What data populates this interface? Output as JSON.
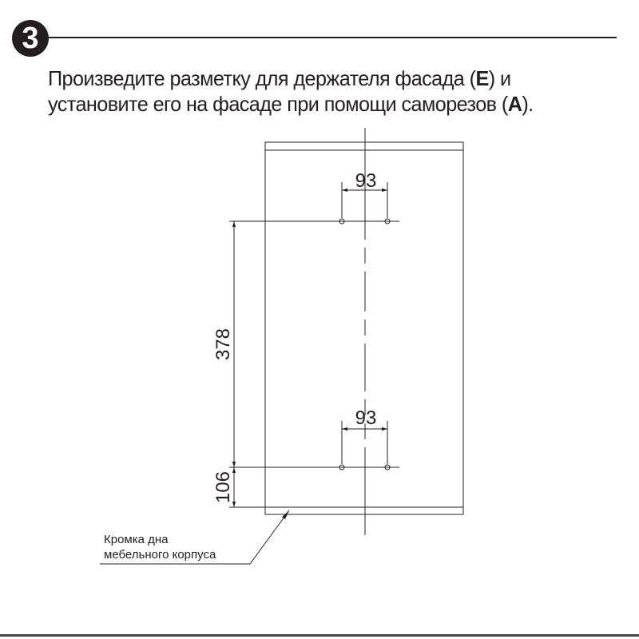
{
  "step": {
    "number": "3"
  },
  "instruction": {
    "line1_pre": "Произведите разметку для держателя фасада (",
    "line1_bold": "E",
    "line1_post": ") и",
    "line2_pre": "установите его на фасаде при помощи саморезов (",
    "line2_bold": "A",
    "line2_post": ")."
  },
  "diagram": {
    "dim_top_spacing": "93",
    "dim_bottom_spacing": "93",
    "dim_vertical_between": "378",
    "dim_vertical_bottom": "106",
    "callout_line1": "Кромка дна",
    "callout_line2": "мебельного корпуса"
  },
  "colors": {
    "ink": "#231f20"
  }
}
